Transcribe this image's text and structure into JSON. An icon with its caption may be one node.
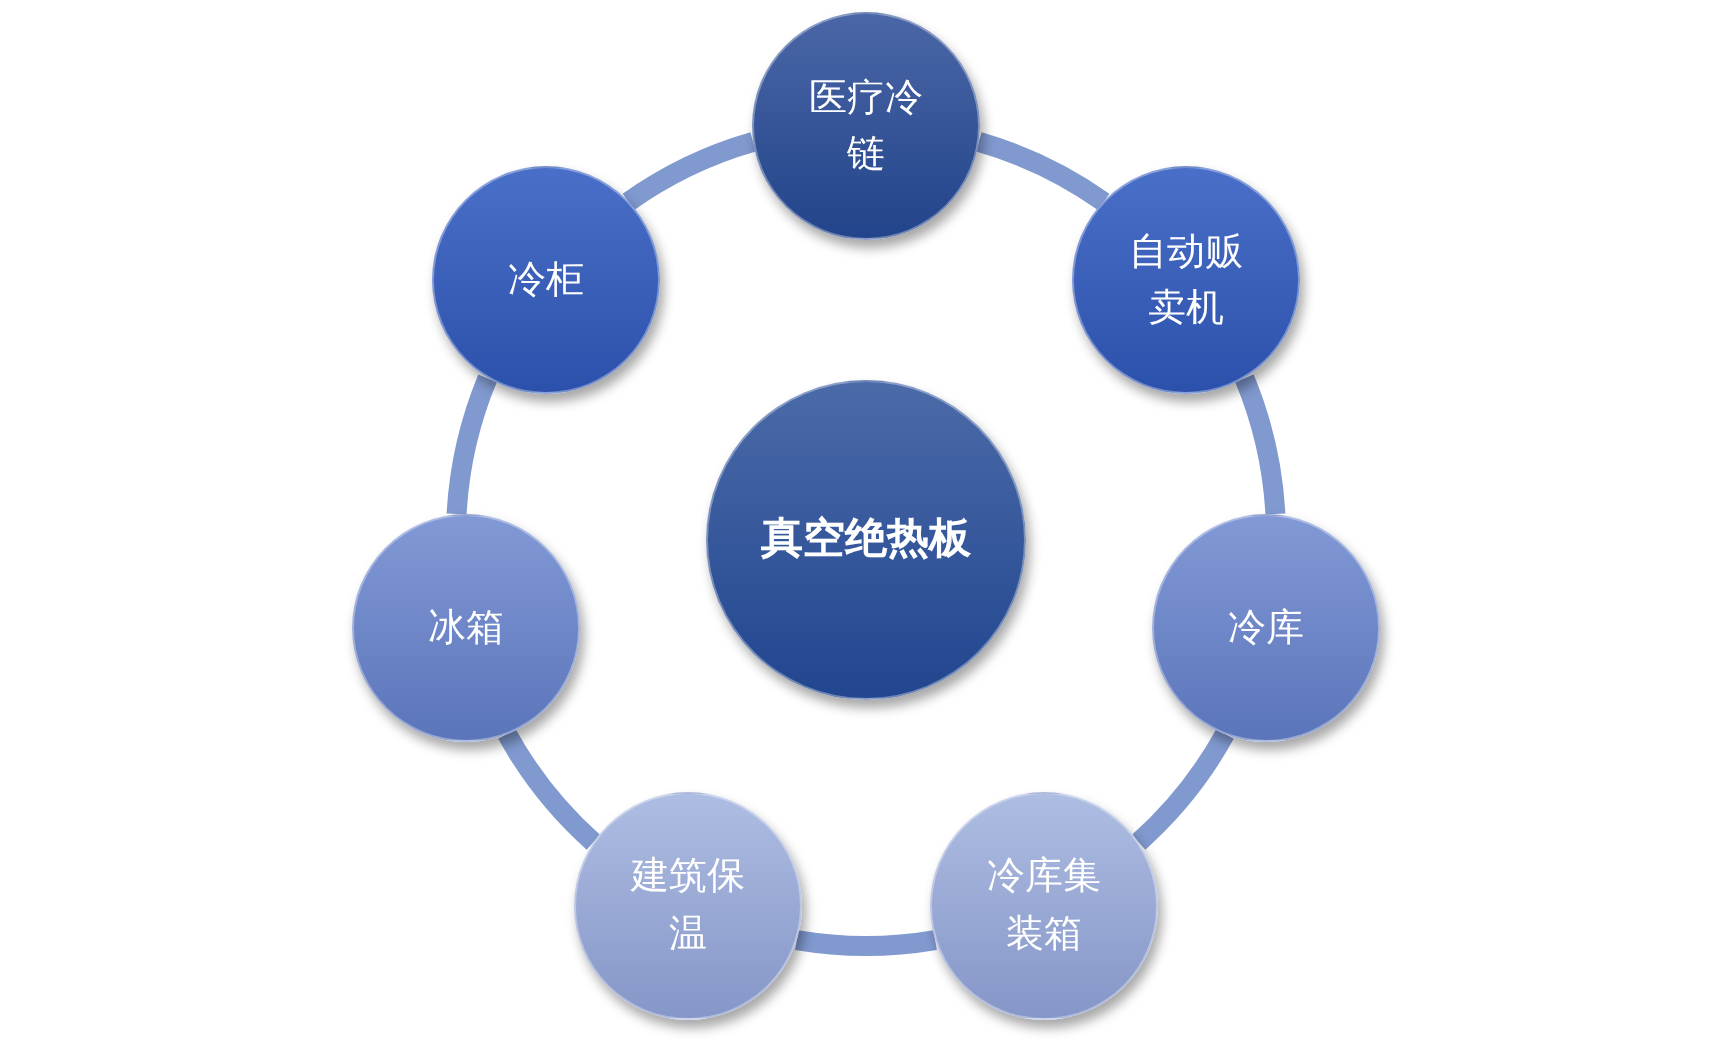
{
  "diagram": {
    "nodes": [
      {
        "text": [
          "真空绝热板"
        ]
      },
      {
        "text": [
          "医疗冷链"
        ]
      },
      {
        "text": [
          "自动贩卖机"
        ]
      },
      {
        "text": [
          "冷库"
        ]
      },
      {
        "text": [
          "冷库集装箱"
        ]
      },
      {
        "text": [
          "建筑保温"
        ]
      },
      {
        "text": [
          "冰箱"
        ]
      },
      {
        "text": [
          "冷柜"
        ]
      }
    ],
    "edges": [
      {
        "from": 1,
        "to": 2,
        "arrow": "none"
      },
      {
        "from": 2,
        "to": 3,
        "arrow": "none"
      },
      {
        "from": 3,
        "to": 4,
        "arrow": "none"
      },
      {
        "from": 4,
        "to": 5,
        "arrow": "none"
      },
      {
        "from": 5,
        "to": 6,
        "arrow": "none"
      },
      {
        "from": 6,
        "to": 7,
        "arrow": "none"
      },
      {
        "from": 7,
        "to": 1,
        "arrow": "none"
      }
    ]
  }
}
